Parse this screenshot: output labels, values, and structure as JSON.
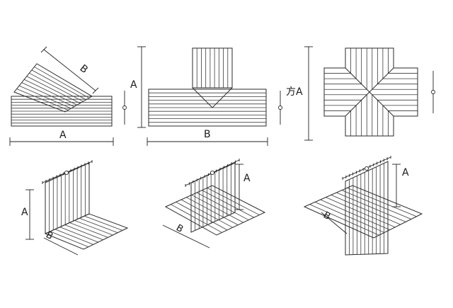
{
  "colors": {
    "line": "#2a2a2a",
    "background": "#ffffff"
  },
  "labels": {
    "p1_a": "A",
    "p1_b": "B",
    "p2_a": "A",
    "p2_b": "B",
    "p3_a": "方A",
    "p4_a": "A",
    "p4_b": "B",
    "p5_a": "A",
    "p5_b": "B",
    "p6_a": "A",
    "p6_b": "B"
  }
}
